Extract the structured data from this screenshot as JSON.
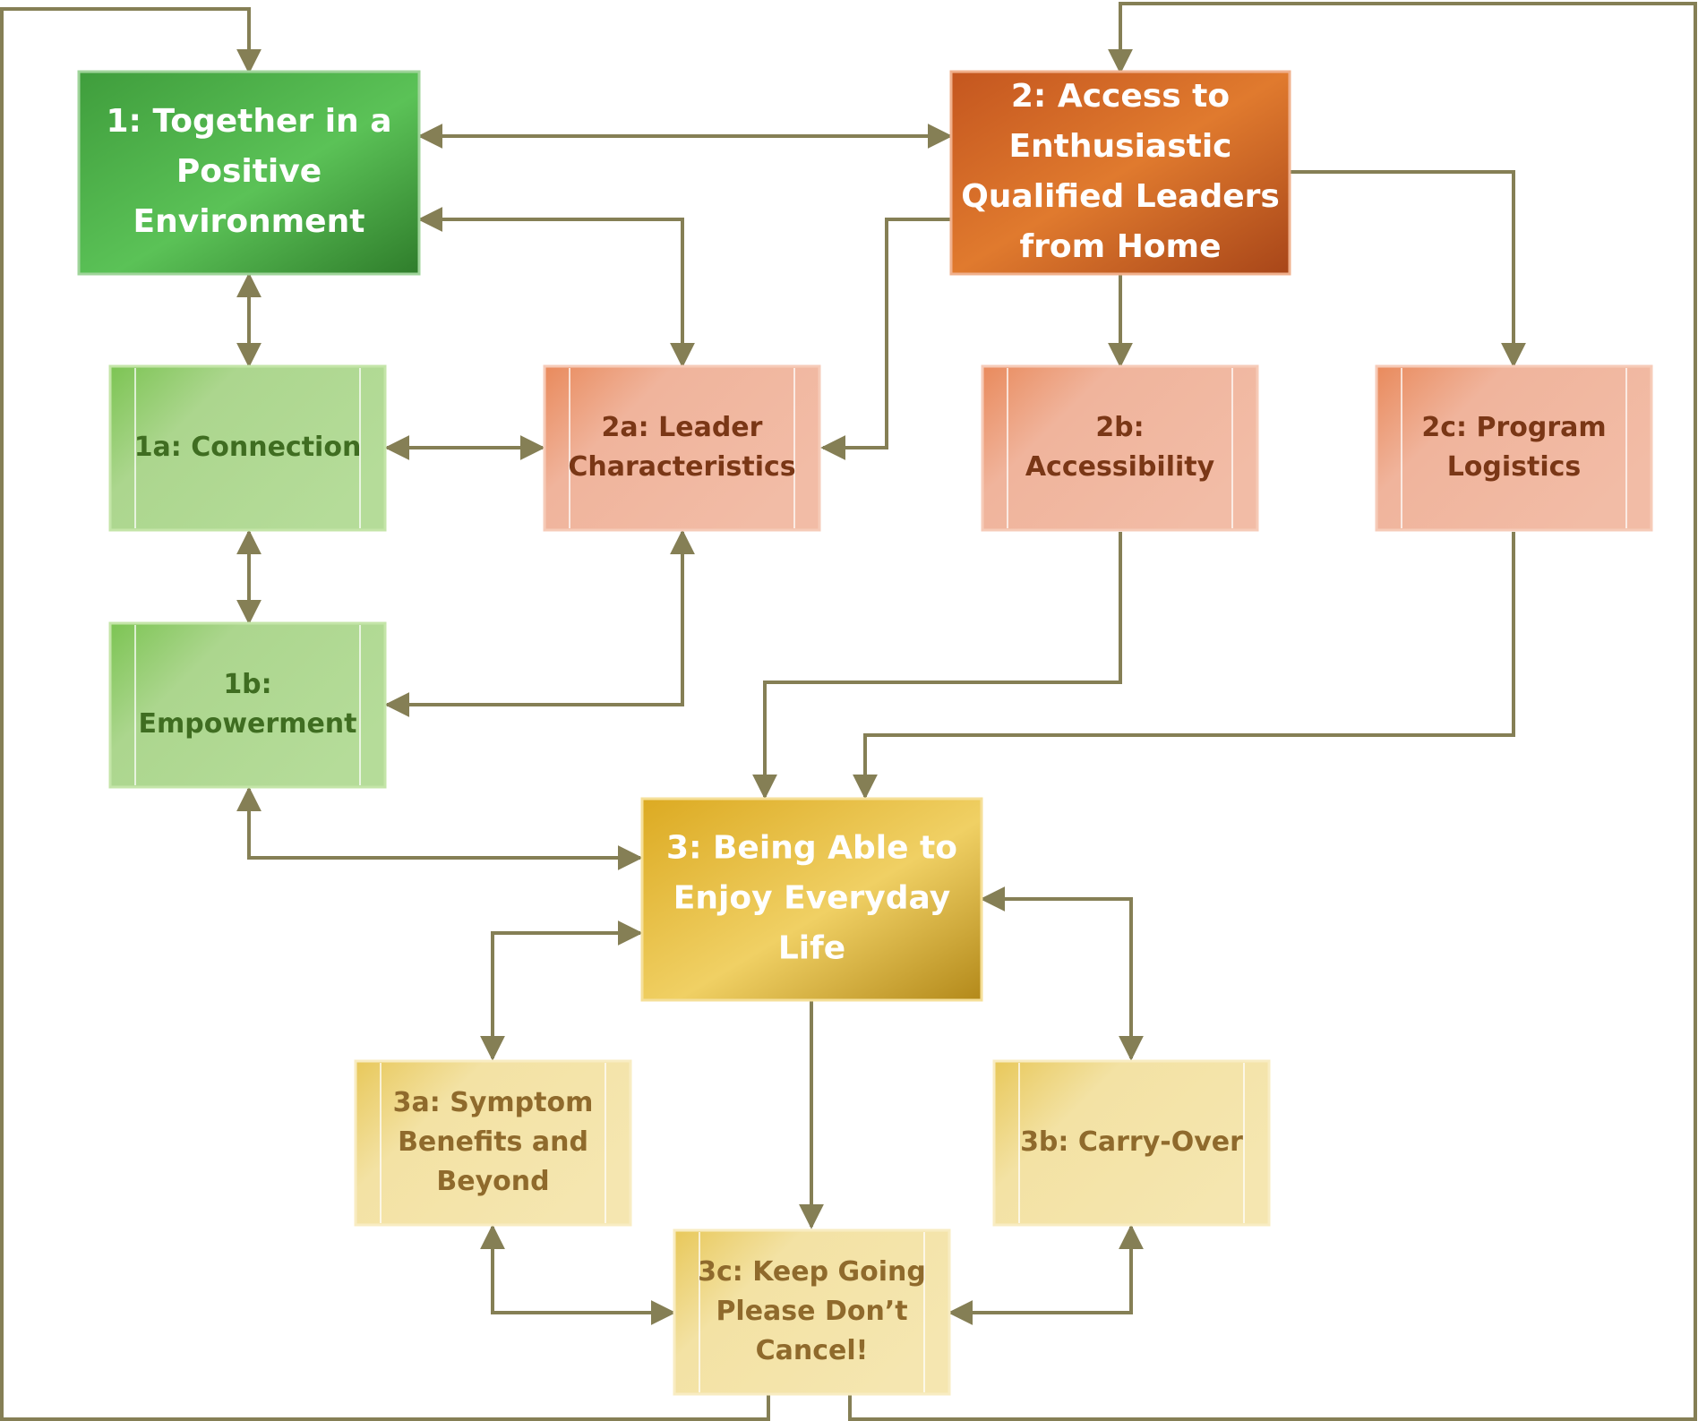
{
  "colors": {
    "connector": "#857f55",
    "green_main": "#3c9e3a",
    "green_sub": "#acd68e",
    "green_sub_text": "#3f6d21",
    "orange_main": "#c55a22",
    "orange_sub": "#f0b49c",
    "orange_sub_text": "#7a3716",
    "gold_main": "#e4b62e",
    "gold_sub": "#f3e2a4",
    "gold_sub_text": "#8f6a2c",
    "main_text": "#ffffff"
  },
  "nodes": {
    "n1": {
      "lines": [
        "1: Together in a",
        "Positive",
        "Environment"
      ]
    },
    "n2": {
      "lines": [
        "2: Access to",
        "Enthusiastic",
        "Qualified Leaders",
        "from Home"
      ]
    },
    "n3": {
      "lines": [
        "3: Being Able to",
        "Enjoy Everyday",
        "Life"
      ]
    },
    "n1a": {
      "lines": [
        "1a: Connection"
      ]
    },
    "n1b": {
      "lines": [
        "1b:",
        "Empowerment"
      ]
    },
    "n2a": {
      "lines": [
        "2a: Leader",
        "Characteristics"
      ]
    },
    "n2b": {
      "lines": [
        "2b:",
        "Accessibility"
      ]
    },
    "n2c": {
      "lines": [
        "2c: Program",
        "Logistics"
      ]
    },
    "n3a": {
      "lines": [
        "3a: Symptom",
        "Benefits and",
        "Beyond"
      ]
    },
    "n3b": {
      "lines": [
        "3b: Carry-Over"
      ]
    },
    "n3c": {
      "lines": [
        "3c: Keep Going",
        "Please Don’t",
        "Cancel!"
      ]
    }
  }
}
